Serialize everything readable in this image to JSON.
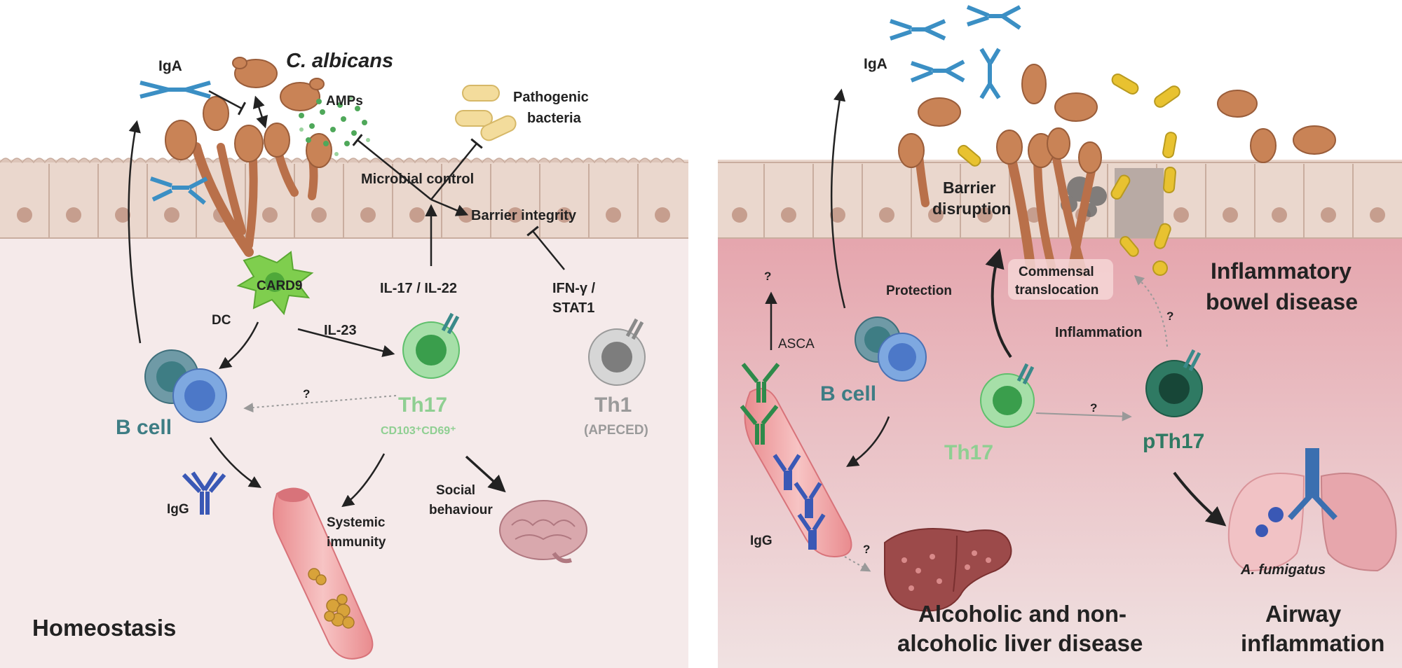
{
  "left_panel": {
    "pathogen_title": "C. albicans",
    "iga": "IgA",
    "amps": "AMPs",
    "pathogenic_bacteria_line1": "Pathogenic",
    "pathogenic_bacteria_line2": "bacteria",
    "microbial_control": "Microbial control",
    "barrier_integrity": "Barrier integrity",
    "card9": "CARD9",
    "dc": "DC",
    "il17_il22": "IL-17 / IL-22",
    "ifng_line1": "IFN-γ /",
    "ifng_line2": "STAT1",
    "il23": "IL-23",
    "th17": "Th17",
    "th17_markers": "CD103⁺CD69⁺",
    "th1": "Th1",
    "apeced": "(APECED)",
    "bcell": "B cell",
    "question": "?",
    "igg": "IgG",
    "systemic_line1": "Systemic",
    "systemic_line2": "immunity",
    "social_line1": "Social",
    "social_line2": "behaviour",
    "homeostasis": "Homeostasis"
  },
  "right_panel": {
    "iga": "IgA",
    "barrier_line1": "Barrier",
    "barrier_line2": "disruption",
    "commensal_line1": "Commensal",
    "commensal_line2": "translocation",
    "ibd_line1": "Inflammatory",
    "ibd_line2": "bowel disease",
    "protection": "Protection",
    "q1": "?",
    "asca": "ASCA",
    "bcell": "B cell",
    "inflammation": "Inflammation",
    "q2": "?",
    "th17": "Th17",
    "q3": "?",
    "pth17": "pTh17",
    "igg": "IgG",
    "q4": "?",
    "liver_line1": "Alcoholic and non-",
    "liver_line2": "alcoholic liver disease",
    "afumigatus": "A. fumigatus",
    "airway_line1": "Airway",
    "airway_line2": "inflammation"
  },
  "colors": {
    "left_bg": "#f5eaea",
    "right_bg": "#e9b8be",
    "epithelium": "#e8d5cb",
    "nucleus": "#c69e8e",
    "yeast": "#c98356",
    "bcell_text": "#3e7d84",
    "th17_text": "#8fcf92",
    "th1_text": "#9a9a9a",
    "pth17_text": "#2f7a63",
    "dc": "#7fce4e"
  }
}
